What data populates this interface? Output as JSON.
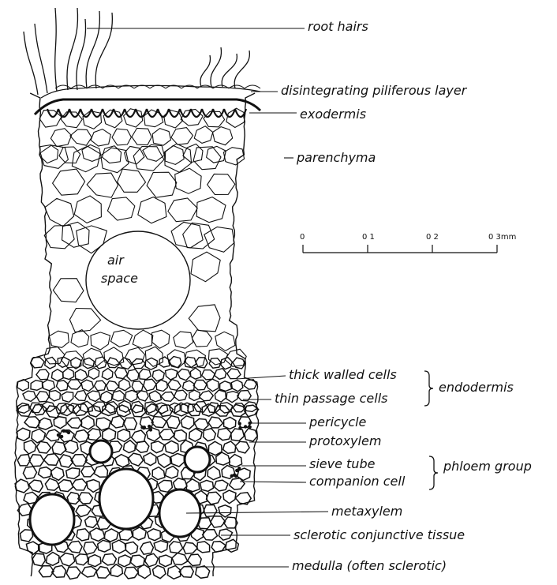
{
  "labels": {
    "root_hairs": "root hairs",
    "piliferous": "disintegrating piliferous layer",
    "exodermis": "exodermis",
    "parenchyma": "parenchyma",
    "air_space_1": "air",
    "air_space_2": "space",
    "thick_walled": "thick walled cells",
    "thin_passage": "thin passage cells",
    "endodermis": "endodermis",
    "pericycle": "pericycle",
    "protoxylem": "protoxylem",
    "sieve_tube": "sieve tube",
    "companion_cell": "companion cell",
    "phloem_group": "phloem group",
    "metaxylem": "metaxylem",
    "sclerotic": "sclerotic conjunctive tissue",
    "medulla": "medulla (often sclerotic)"
  },
  "scale_bar": {
    "ticks": [
      "0",
      "0 1",
      "0 2",
      "0 3mm"
    ],
    "values_mm": [
      0,
      0.1,
      0.2,
      0.3
    ]
  },
  "colors": {
    "ink": "#111111",
    "paper": "#ffffff"
  }
}
